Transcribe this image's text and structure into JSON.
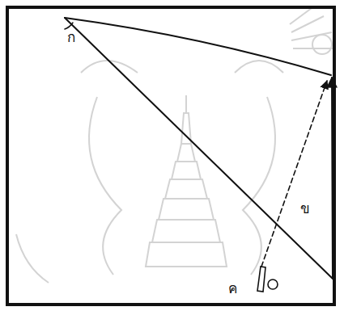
{
  "diagram": {
    "labels": [
      "ก",
      "ข",
      "ค"
    ]
  }
}
